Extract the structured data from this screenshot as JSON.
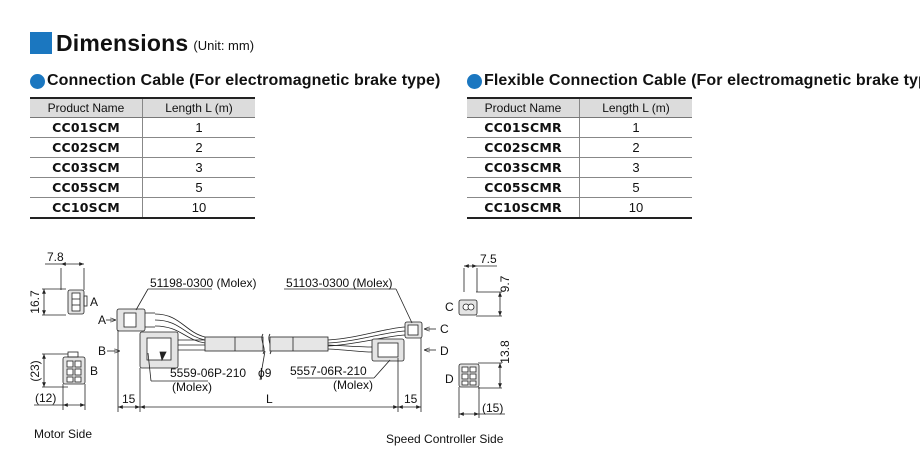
{
  "heading": {
    "title": "Dimensions",
    "unit": "(Unit: mm)"
  },
  "tables": [
    {
      "title": "Connection Cable (For electromagnetic brake type)",
      "headers": [
        "Product Name",
        "Length L (m)"
      ],
      "rows": [
        {
          "name": "CC01SCM",
          "length": "1"
        },
        {
          "name": "CC02SCM",
          "length": "2"
        },
        {
          "name": "CC03SCM",
          "length": "3"
        },
        {
          "name": "CC05SCM",
          "length": "5"
        },
        {
          "name": "CC10SCM",
          "length": "10"
        }
      ]
    },
    {
      "title": "Flexible Connection Cable (For electromagnetic brake type)",
      "headers": [
        "Product Name",
        "Length L (m)"
      ],
      "rows": [
        {
          "name": "CC01SCMR",
          "length": "1"
        },
        {
          "name": "CC02SCMR",
          "length": "2"
        },
        {
          "name": "CC03SCMR",
          "length": "3"
        },
        {
          "name": "CC05SCMR",
          "length": "5"
        },
        {
          "name": "CC10SCMR",
          "length": "10"
        }
      ]
    }
  ],
  "drawing": {
    "motor_side": "Motor Side",
    "controller_side": "Speed Controller Side",
    "conn_a_label": "A",
    "conn_b_label": "B",
    "conn_c_label": "C",
    "conn_d_label": "D",
    "conn_a_part": "51198-0300 (Molex)",
    "conn_c_part": "51103-0300 (Molex)",
    "conn_b_part": "5559-06P-210",
    "conn_d_part": "5557-06R-210",
    "molex": "(Molex)",
    "phi": "ϕ9",
    "length": "L",
    "dims": {
      "a_width": "7.8",
      "a_height": "16.7",
      "b_height": "(23)",
      "b_width": "(12)",
      "c_width": "7.5",
      "c_height": "9.7",
      "d_height": "13.8",
      "d_width": "(15)",
      "left_15": "15",
      "right_15": "15"
    }
  }
}
